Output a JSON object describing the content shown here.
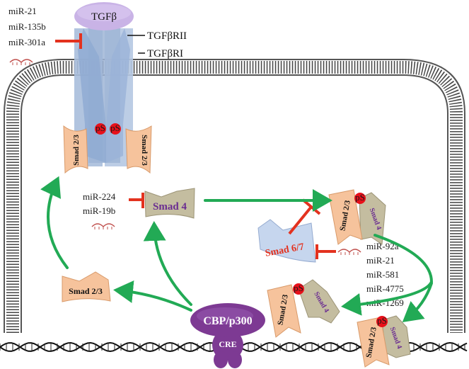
{
  "ligand": {
    "label": "TGFβ"
  },
  "receptors": {
    "type2": "TGFβRII",
    "type1": "TGFβRI"
  },
  "phospho": "pS",
  "mirna_groups": {
    "receptor": [
      "miR-21",
      "miR-135b",
      "miR-301a"
    ],
    "smad4": [
      "miR-224",
      "miR-19b"
    ],
    "smad67": [
      "miR-92a",
      "miR-21",
      "miR-581",
      "miR-4775",
      "miR-1269"
    ]
  },
  "proteins": {
    "smad23": "Smad 2/3",
    "smad4": "Smad 4",
    "smad67": "Smad 6/7",
    "cbp": "CBP/p300",
    "cre": "CRE"
  },
  "colors": {
    "membrane": "#555555",
    "receptor": "#a9bedc",
    "ligand": "#c9b3e6",
    "smad23": "#f6c39c",
    "smad4": "#c4bda0",
    "smad67": "#c6d6ee",
    "cbp": "#7d3a93",
    "arrow": "#22aa55",
    "inhibit": "#e3321f",
    "phospho": "#e8101a"
  }
}
